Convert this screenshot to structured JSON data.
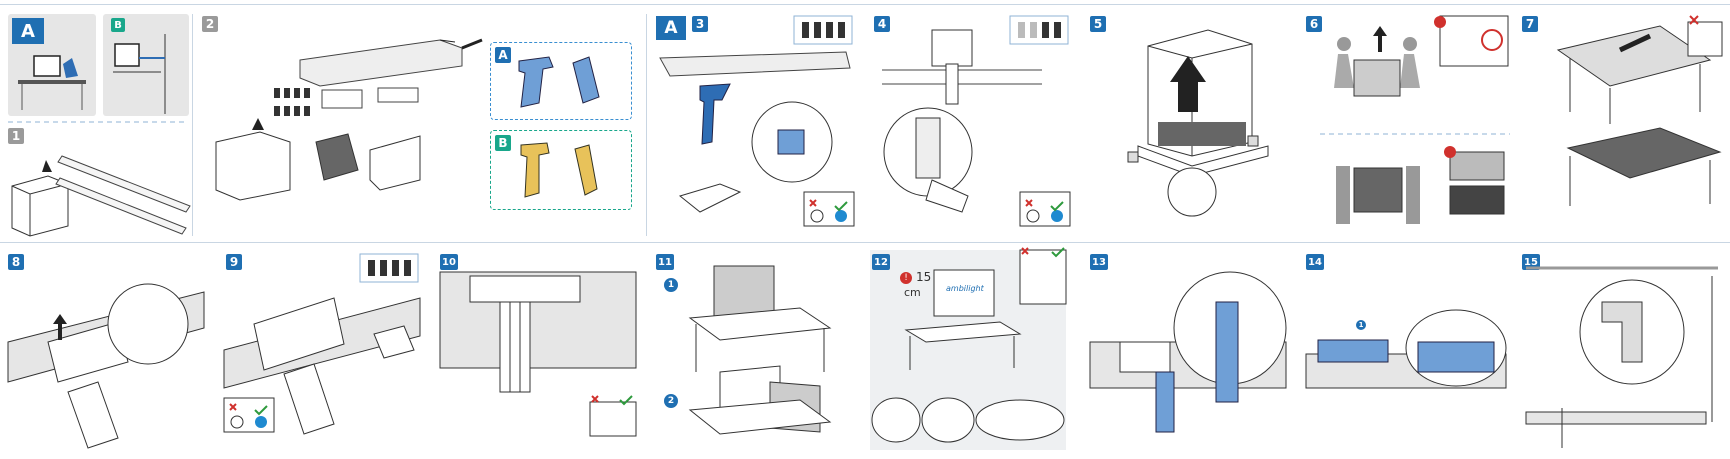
{
  "panels": {
    "a_label": "A",
    "b_label": "B",
    "s1": "1",
    "s2": "2",
    "s3": "3",
    "s4": "4",
    "s5": "5",
    "s6": "6",
    "s7": "7",
    "s8": "8",
    "s9": "9",
    "s10": "10",
    "s11": "11",
    "s12": "12",
    "s13": "13",
    "s14": "14",
    "s15": "15"
  },
  "step12": {
    "distance_value": "15",
    "distance_unit": "cm",
    "logo_text": "ambilight"
  },
  "sub_markers": {
    "one": "1",
    "two": "2"
  },
  "colors": {
    "accent_blue": "#1f6fb2",
    "teal": "#19a78b",
    "stand_blue": "#6f9fd6",
    "stand_yellow": "#e8c25a",
    "warning_red": "#d0312d",
    "ok_green": "#2e9a3d"
  },
  "icons": [
    "tv-icon",
    "screw-icon",
    "box-icon",
    "warning-icon",
    "check-icon",
    "cross-icon",
    "arrow-icon",
    "scissors-icon"
  ]
}
